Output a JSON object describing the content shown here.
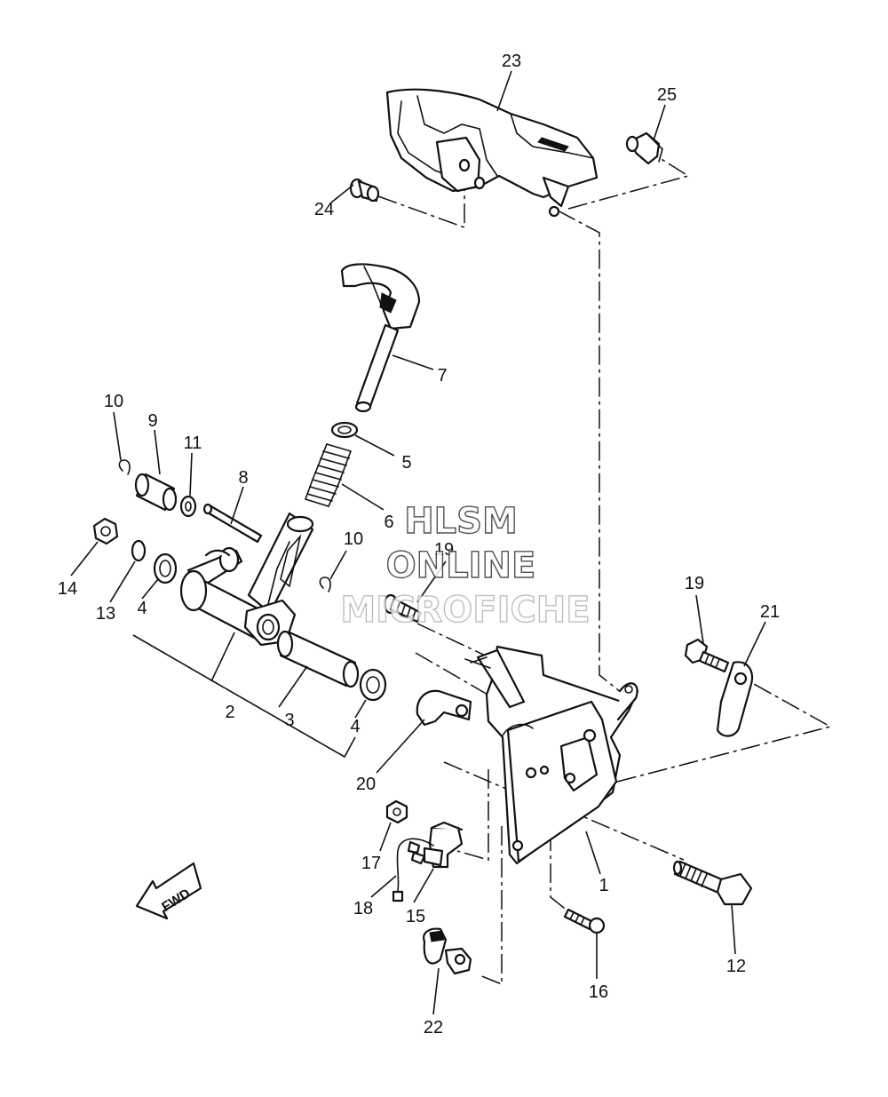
{
  "diagram": {
    "callouts": {
      "c1": "1",
      "c2": "2",
      "c3": "3",
      "c4a": "4",
      "c4b": "4",
      "c5": "5",
      "c6": "6",
      "c7": "7",
      "c8": "8",
      "c9": "9",
      "c10a": "10",
      "c10b": "10",
      "c11": "11",
      "c12": "12",
      "c13": "13",
      "c14": "14",
      "c15": "15",
      "c16": "16",
      "c17": "17",
      "c18": "18",
      "c19a": "19",
      "c19b": "19",
      "c20": "20",
      "c21": "21",
      "c22": "22",
      "c23": "23",
      "c24": "24",
      "c25": "25"
    },
    "fwd_label": "FWD",
    "watermark": {
      "line1": "HLSM",
      "line2": "ONLINE",
      "line3": "MICROFICHE"
    }
  }
}
